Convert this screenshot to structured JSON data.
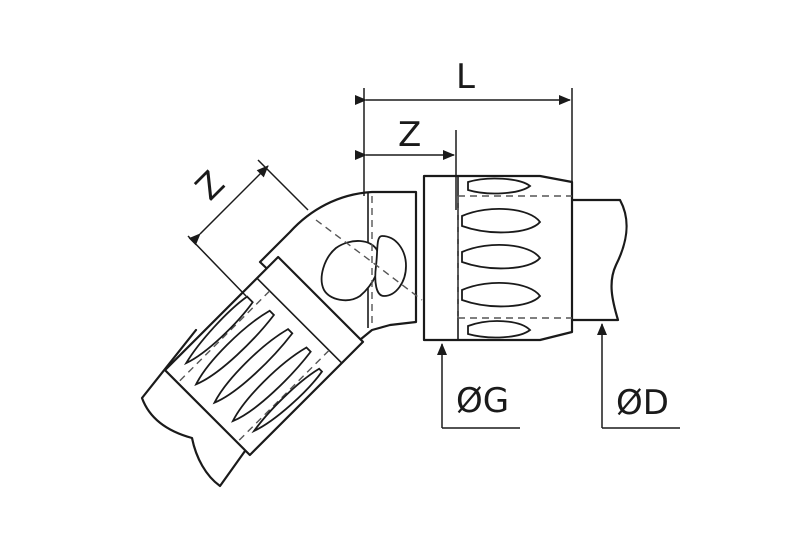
{
  "labels": {
    "length": "L",
    "z_straight": "Z",
    "z_angled": "Z",
    "diameter_g": "ØG",
    "diameter_d": "ØD"
  },
  "colors": {
    "stroke": "#1a1a1a",
    "background": "#ffffff"
  }
}
